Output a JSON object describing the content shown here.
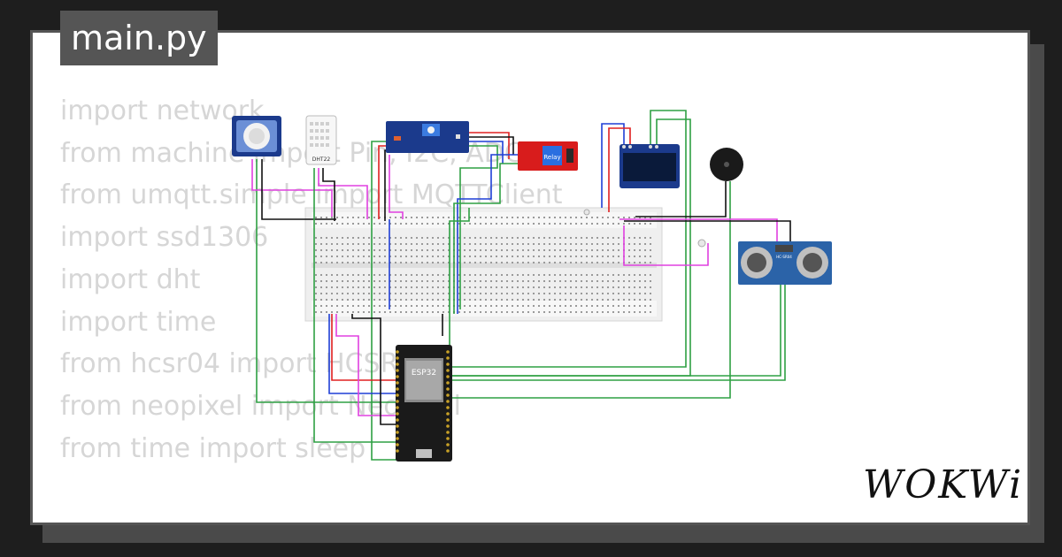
{
  "title": "main.py",
  "code_lines": [
    "import network",
    "from machine import Pin, I2C, ADC",
    "from umqtt.simple import MQTTClient",
    "import ssd1306",
    "import dht",
    "import time",
    "from hcsr04 import HCSR04",
    "from neopixel import NeoPixel",
    "from time import sleep"
  ],
  "components": {
    "dht_label": "DHT22",
    "relay_label": "Relay",
    "esp32_label": "ESP32",
    "sensor_label": "HC-SR04"
  },
  "brand": "WOKWi",
  "colors": {
    "background": "#1e1e1e",
    "card": "#ffffff",
    "title_tab": "#555555",
    "wire_green": "#2ea043",
    "wire_blue": "#1f3fd6",
    "wire_red": "#e02020",
    "wire_black": "#111111",
    "wire_magenta": "#e040e0",
    "pcb_blue": "#1b3a8c",
    "relay_red": "#d81c1c"
  }
}
